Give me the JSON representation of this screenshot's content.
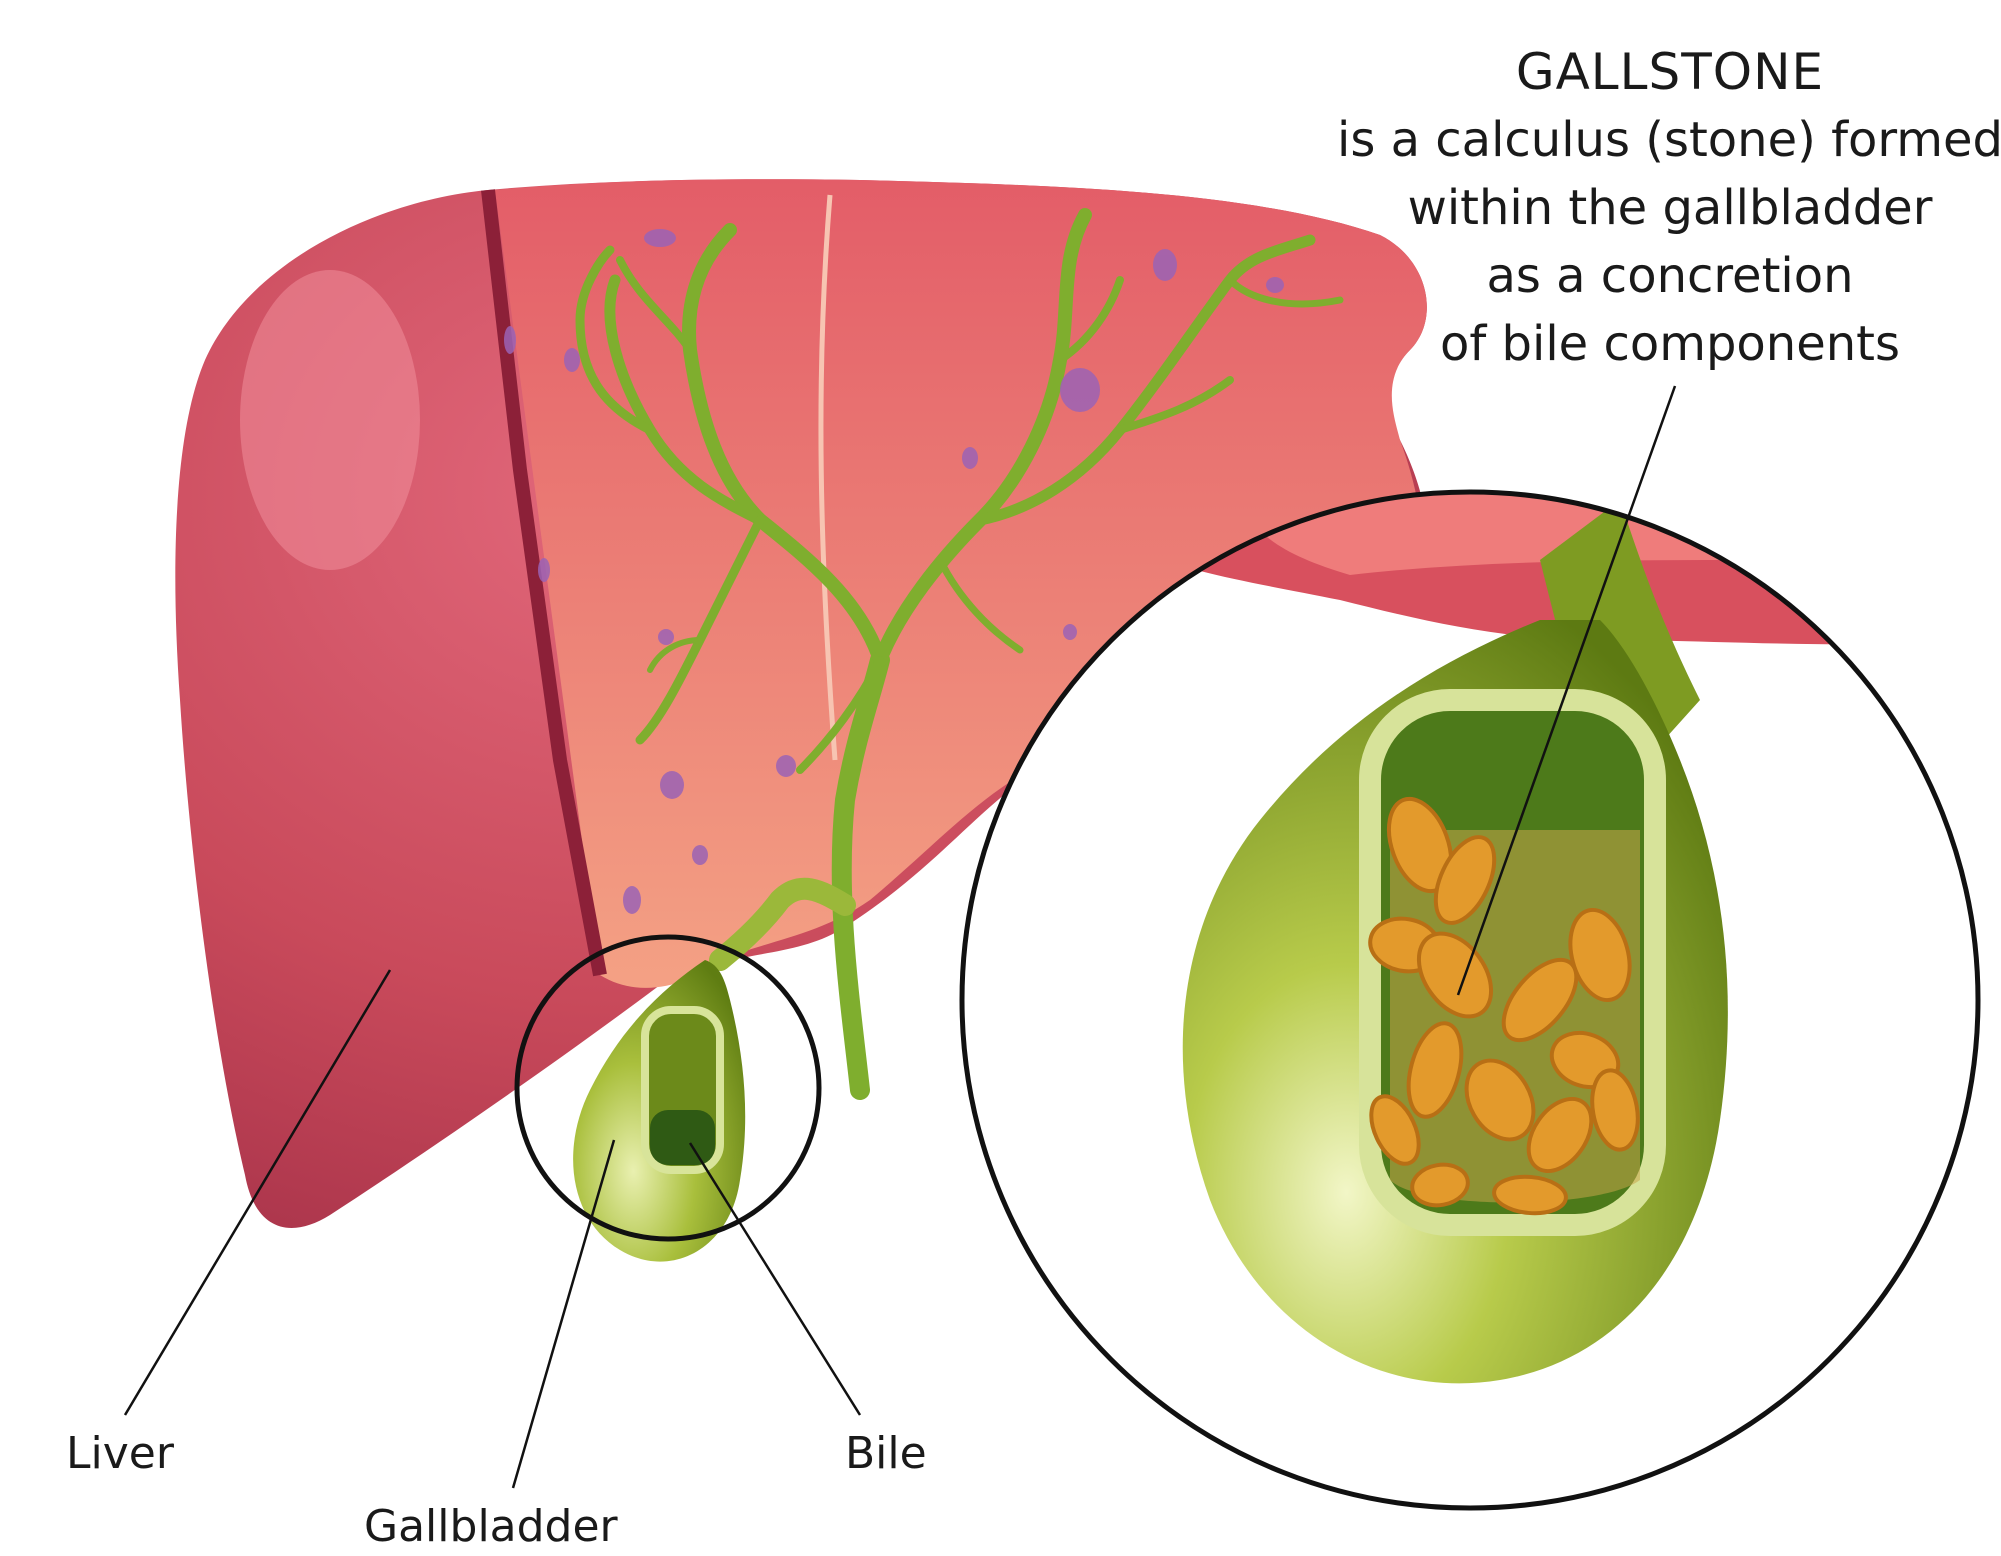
{
  "labels": {
    "liver": "Liver",
    "gallbladder": "Gallbladder",
    "bile": "Bile"
  },
  "callout": {
    "title": "GALLSTONE",
    "lines": [
      "is a calculus (stone) formed",
      "within the gallbladder",
      "as a concretion",
      "of bile components"
    ]
  },
  "colors": {
    "liver": "#c94a5b",
    "liver_cut": "#ec7b78",
    "bile_duct": "#7fae2e",
    "gallbladder": "#8ea82a",
    "bile": "#2f5a14",
    "stones": "#e39a2c",
    "outline": "#111111"
  }
}
